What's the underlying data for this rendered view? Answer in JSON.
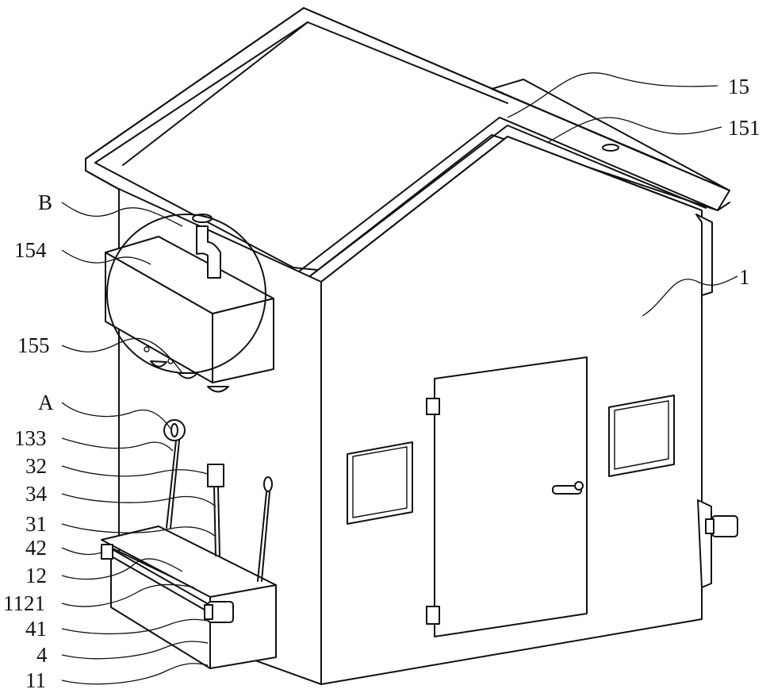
{
  "figure": {
    "labels": [
      {
        "id": "15",
        "text": "15"
      },
      {
        "id": "151",
        "text": "151"
      },
      {
        "id": "1",
        "text": "1"
      },
      {
        "id": "B",
        "text": "B"
      },
      {
        "id": "154",
        "text": "154"
      },
      {
        "id": "155",
        "text": "155"
      },
      {
        "id": "A",
        "text": "A"
      },
      {
        "id": "133",
        "text": "133"
      },
      {
        "id": "32",
        "text": "32"
      },
      {
        "id": "34",
        "text": "34"
      },
      {
        "id": "31",
        "text": "31"
      },
      {
        "id": "42",
        "text": "42"
      },
      {
        "id": "12",
        "text": "12"
      },
      {
        "id": "1121",
        "text": "1121"
      },
      {
        "id": "41",
        "text": "41"
      },
      {
        "id": "4",
        "text": "4"
      },
      {
        "id": "11",
        "text": "11"
      }
    ]
  },
  "colors": {
    "line": "#111111",
    "background": "#ffffff"
  }
}
